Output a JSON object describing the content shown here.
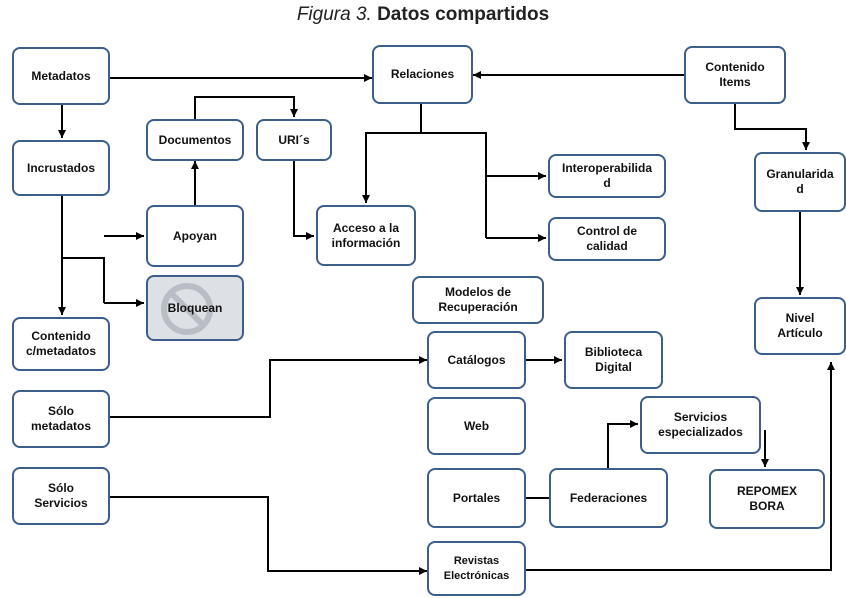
{
  "title": {
    "figure_label": "Figura 3.",
    "text": "Datos compartidos"
  },
  "icons": {
    "prohibited": "prohibited-icon"
  },
  "colors": {
    "box_border": "#3b5f8a",
    "box_fill": "#ffffff",
    "blocked_fill": "#dde0e4",
    "line": "#000000"
  },
  "nodes": {
    "metadatos": "Metadatos",
    "relaciones": "Relaciones",
    "contenido_items": "Contenido\nItems",
    "documentos": "Documentos",
    "uris": "URI´s",
    "incrustados": "Incrustados",
    "interoperabilidad": "Interoperabilida\nd",
    "granularidad": "Granularida\nd",
    "acceso": "Acceso a la\ninformación",
    "apoyan": "Apoyan",
    "control": "Control de\ncalidad",
    "bloquean": "Bloquean",
    "modelos": "Modelos de\nRecuperación",
    "contenido_meta": "Contenido\nc/metadatos",
    "nivel": "Nivel\nArtículo",
    "catalogos": "Catálogos",
    "biblioteca": "Biblioteca\nDigital",
    "solo_metadatos": "Sólo\nmetadatos",
    "web": "Web",
    "servicios_esp": "Servicios\nespecializados",
    "solo_servicios": "Sólo\nServicios",
    "portales": "Portales",
    "federaciones": "Federaciones",
    "repomex": "REPOMEX\nBORA",
    "revistas": "Revistas\nElectrónicas"
  }
}
